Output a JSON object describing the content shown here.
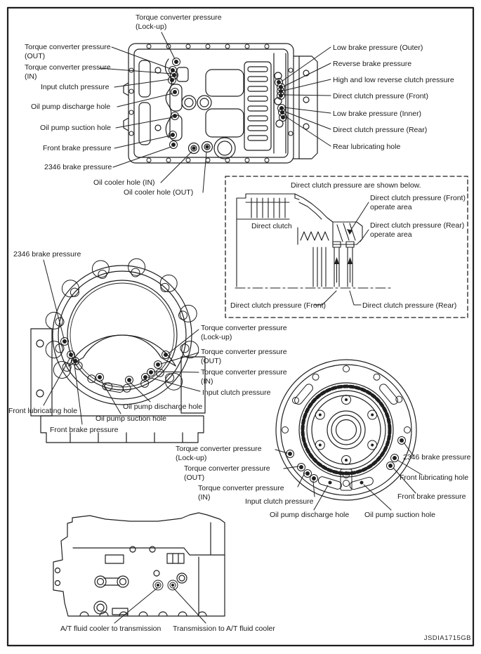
{
  "figure": {
    "code": "JSDIA1715GB"
  },
  "colors": {
    "line": "#1f1f1f",
    "background": "#ffffff"
  },
  "top_view": {
    "labels_left": [
      "Torque converter pressure\n(Lock-up)",
      "Torque converter pressure\n(OUT)",
      "Torque converter pressure\n(IN)",
      "Input clutch pressure",
      "Oil pump discharge hole",
      "Oil pump suction hole",
      "Front brake pressure",
      "2346 brake pressure",
      "Oil cooler hole (IN)",
      "Oil cooler hole (OUT)"
    ],
    "labels_right": [
      "Low brake pressure (Outer)",
      "Reverse brake pressure",
      "High and low reverse clutch pressure",
      "Direct clutch pressure (Front)",
      "Low brake pressure (Inner)",
      "Direct clutch pressure (Rear)",
      "Rear lubricating hole"
    ]
  },
  "inset": {
    "title": "Direct clutch pressure are shown below.",
    "direct_clutch_label": "Direct clutch",
    "front_operate_label": "Direct clutch pressure (Front)\noperate area",
    "rear_operate_label": "Direct clutch pressure (Rear)\noperate area",
    "front_port_label": "Direct clutch pressure (Front)",
    "rear_port_label": "Direct clutch pressure (Rear)"
  },
  "front_view": {
    "brake_2346": "2346 brake pressure",
    "front_lubricating": "Front lubricating hole",
    "front_brake": "Front brake pressure",
    "oil_pump_suction": "Oil pump suction hole",
    "oil_pump_discharge": "Oil pump discharge hole",
    "tc_lockup": "Torque converter pressure\n(Lock-up)",
    "tc_out": "Torque converter pressure\n(OUT)",
    "tc_in": "Torque converter pressure\n(IN)",
    "input_clutch": "Input clutch pressure"
  },
  "pump_view": {
    "tc_lockup": "Torque converter pressure\n(Lock-up)",
    "tc_out": "Torque converter pressure\n(OUT)",
    "tc_in": "Torque converter pressure\n(IN)",
    "input_clutch": "Input clutch pressure",
    "oil_pump_discharge": "Oil pump discharge hole",
    "oil_pump_suction": "Oil pump suction hole",
    "brake_2346": "2346 brake pressure",
    "front_lubricating": "Front lubricating hole",
    "front_brake": "Front brake pressure"
  },
  "side_view": {
    "cooler_to_transmission": "A/T fluid cooler to transmission",
    "transmission_to_cooler": "Transmission to A/T fluid cooler"
  }
}
